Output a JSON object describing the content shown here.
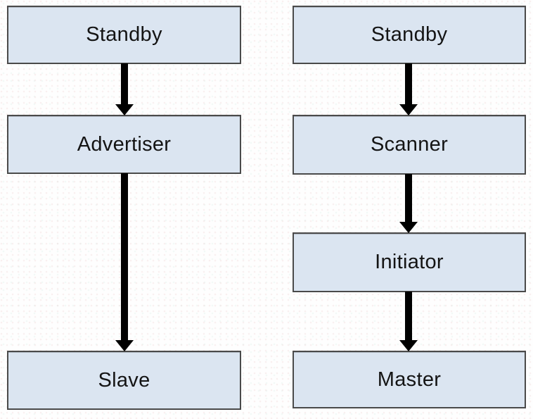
{
  "diagram": {
    "type": "state-transition-flowchart",
    "columns": [
      {
        "id": "left",
        "nodes": [
          {
            "label": "Standby"
          },
          {
            "label": "Advertiser"
          },
          {
            "label": "Slave"
          }
        ],
        "edges": [
          {
            "from": "Standby",
            "to": "Advertiser"
          },
          {
            "from": "Advertiser",
            "to": "Slave"
          }
        ]
      },
      {
        "id": "right",
        "nodes": [
          {
            "label": "Standby"
          },
          {
            "label": "Scanner"
          },
          {
            "label": "Initiator"
          },
          {
            "label": "Master"
          }
        ],
        "edges": [
          {
            "from": "Standby",
            "to": "Scanner"
          },
          {
            "from": "Scanner",
            "to": "Initiator"
          },
          {
            "from": "Initiator",
            "to": "Master"
          }
        ]
      }
    ],
    "colors": {
      "node_fill": "#dbe5f1",
      "node_border": "#4a4a4a",
      "arrow": "#000000",
      "text": "#141414",
      "background": "#fefefe"
    }
  }
}
